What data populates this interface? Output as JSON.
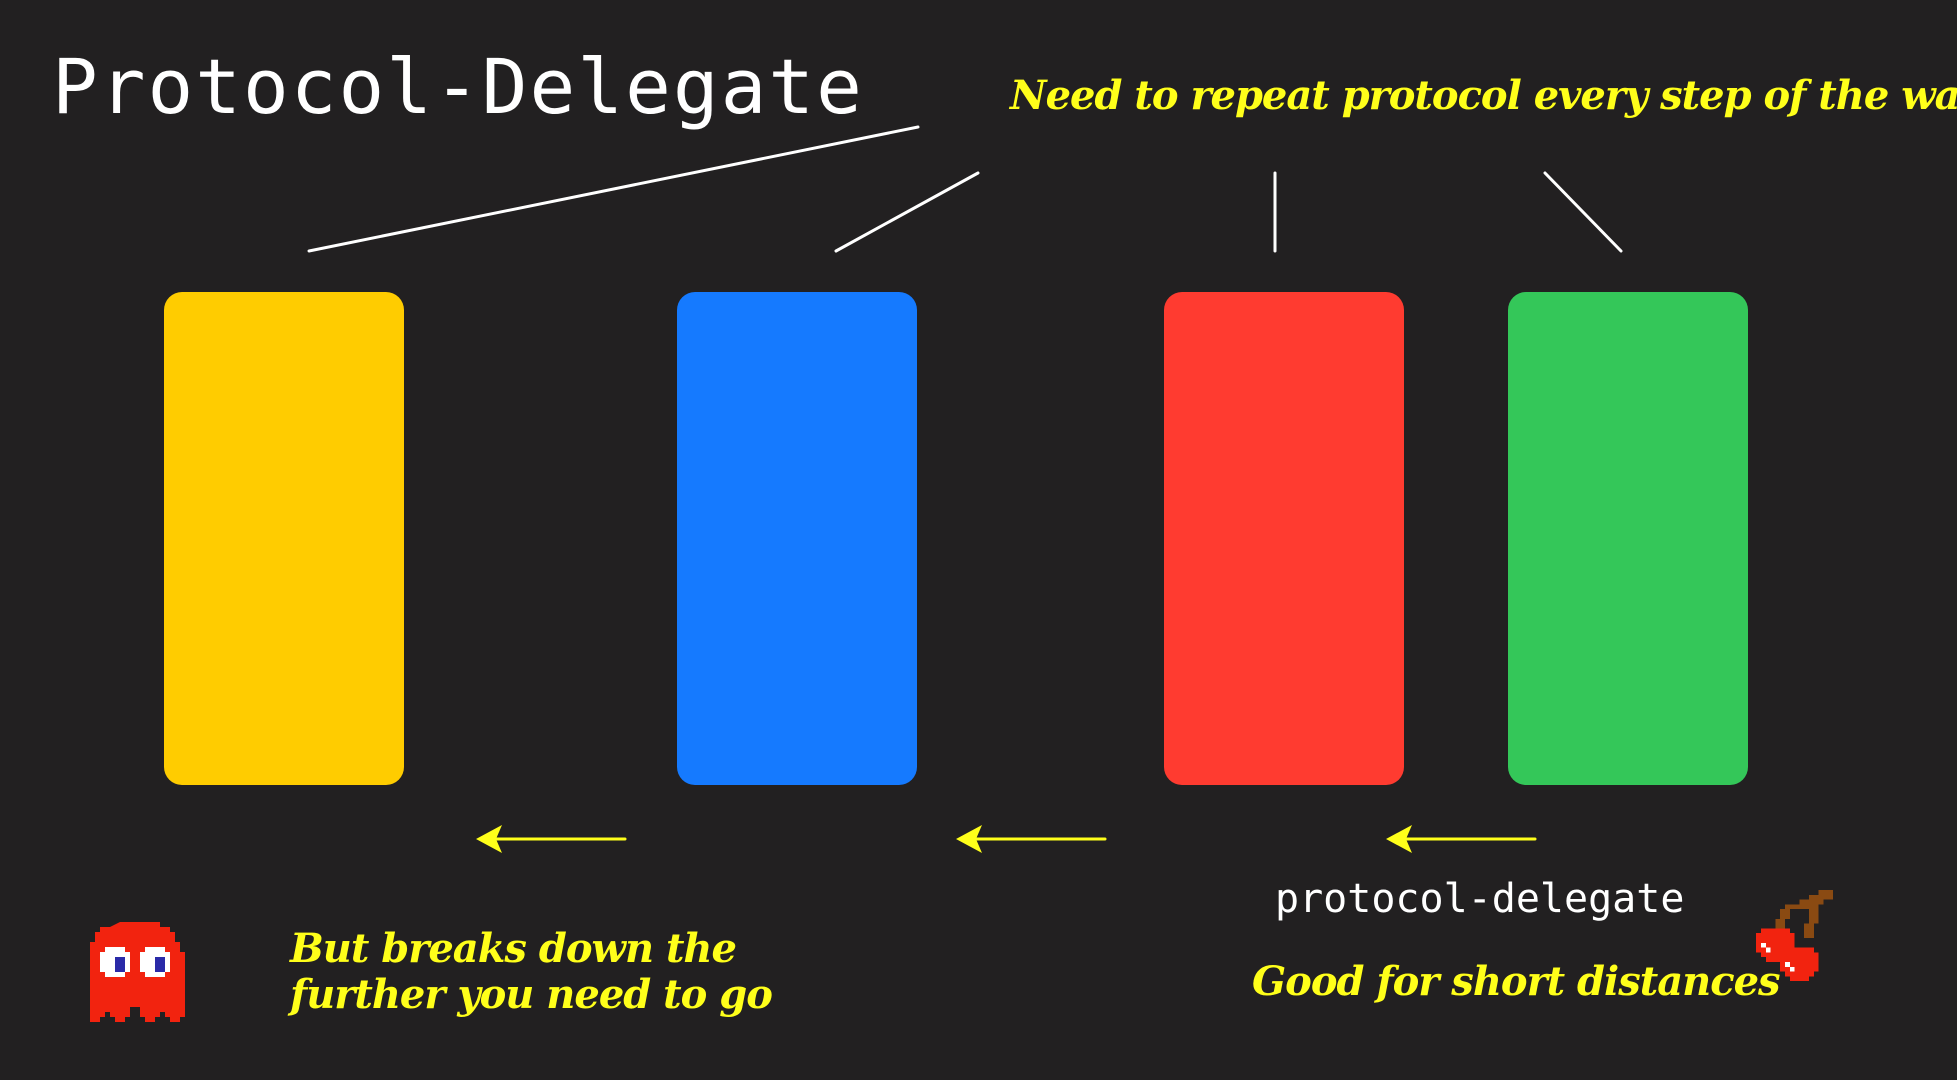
{
  "title": "Protocol-Delegate",
  "annotations": {
    "top_note": "Need to repeat protocol every step of the way",
    "left_note_line1": "But breaks down the",
    "left_note_line2": "further you need to go",
    "label": "protocol-delegate",
    "right_note": "Good for short distances"
  },
  "colors": {
    "background": "#222021",
    "box_1": "#ffcc00",
    "box_2": "#157aff",
    "box_3": "#ff3b30",
    "box_4": "#34c759",
    "annotation": "#ffff1a",
    "line": "#ffffff"
  },
  "icons": {
    "ghost": "red-pixel-ghost-icon",
    "cherry": "pixel-cherry-icon"
  }
}
